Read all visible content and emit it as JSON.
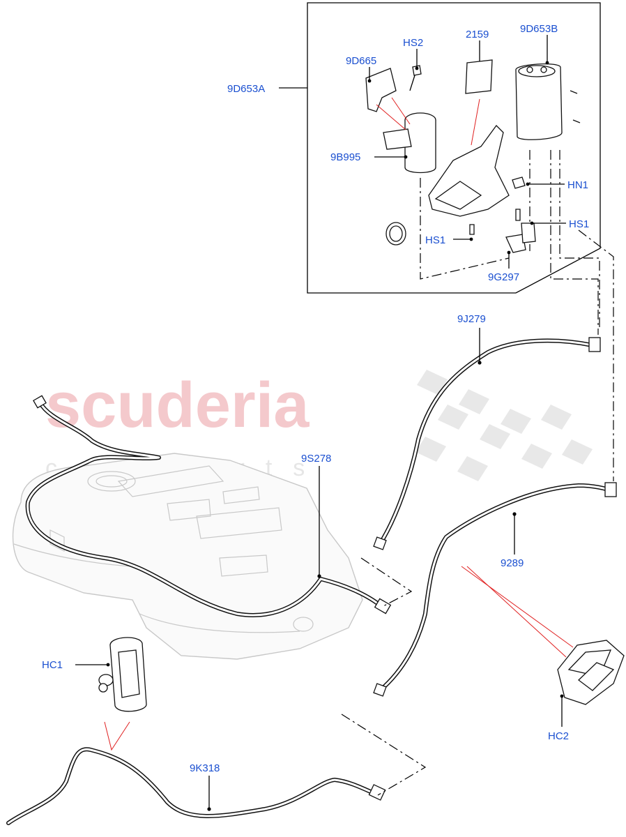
{
  "watermark": {
    "main": "scuderia",
    "sub": "car   parts"
  },
  "labels": {
    "9D653A": "9D653A",
    "9D665": "9D665",
    "HS2": "HS2",
    "2159": "2159",
    "9D653B": "9D653B",
    "9B995": "9B995",
    "HN1": "HN1",
    "HS1_right": "HS1",
    "HS1_left": "HS1",
    "9G297": "9G297",
    "9J279": "9J279",
    "9S278": "9S278",
    "9289": "9289",
    "HC1": "HC1",
    "HC2": "HC2",
    "9K318": "9K318"
  }
}
